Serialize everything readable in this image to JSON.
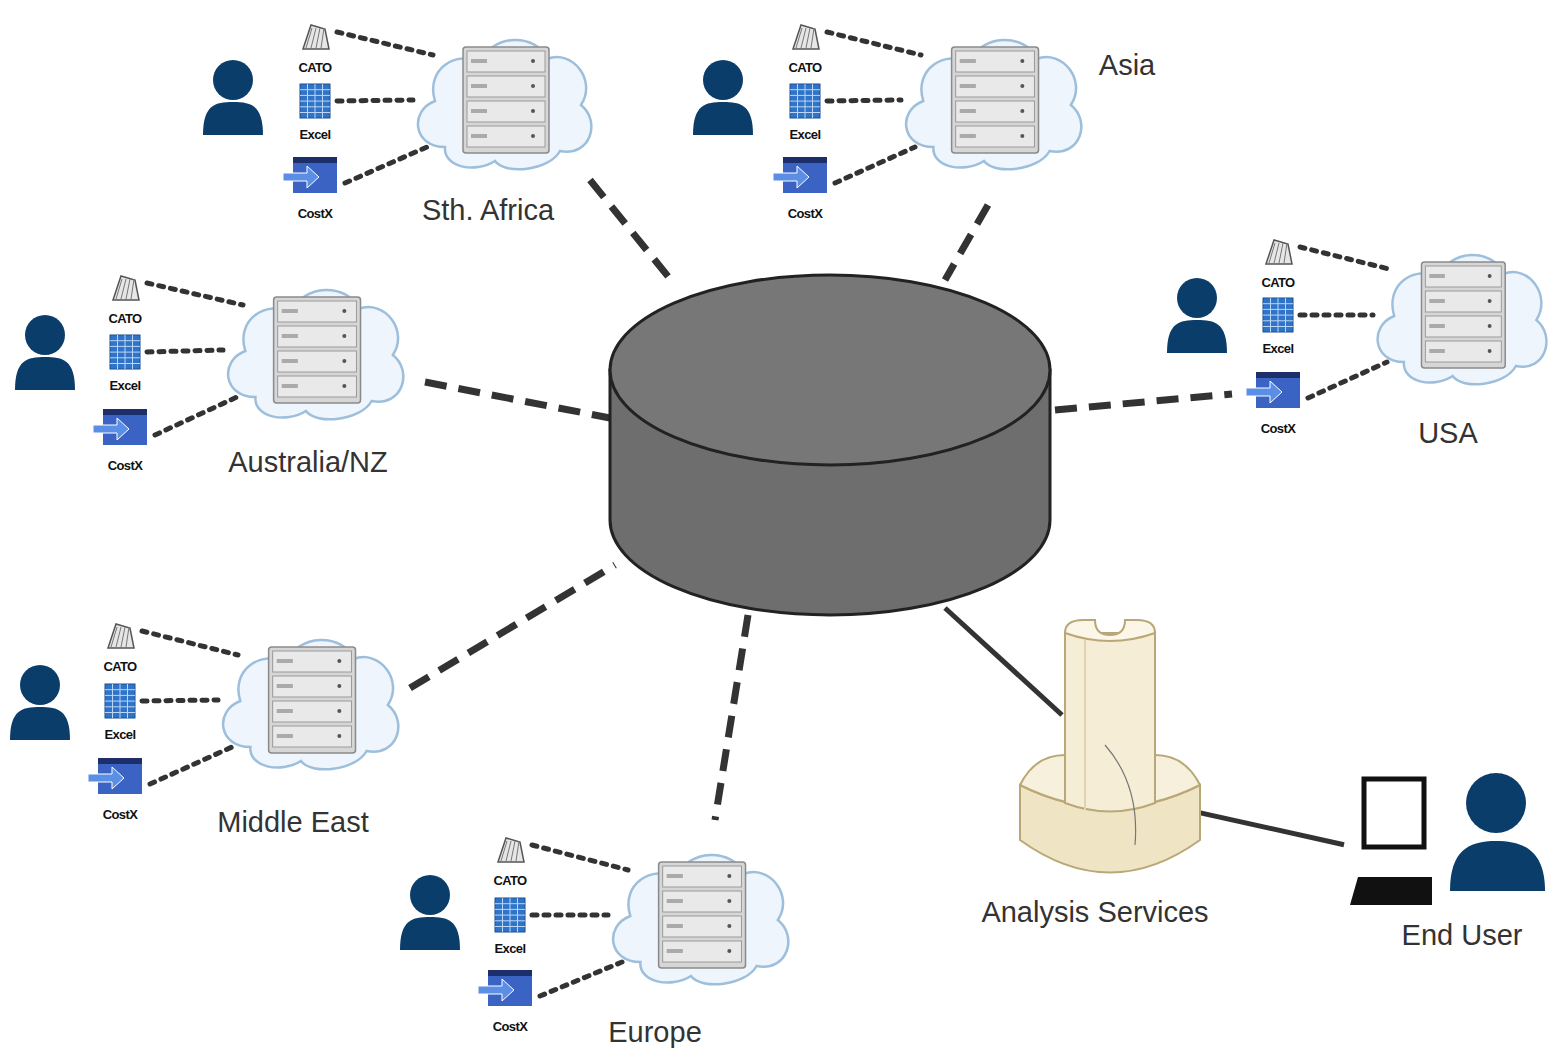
{
  "diagram": {
    "nodes": [
      {
        "text": [
          "Sth. Africa"
        ]
      },
      {
        "text": [
          "Asia"
        ]
      },
      {
        "text": [
          "Australia/NZ"
        ]
      },
      {
        "text": [
          "USA"
        ]
      },
      {
        "text": [
          "Middle East"
        ]
      },
      {
        "text": [
          "Europe"
        ]
      },
      {
        "text": [
          "Analysis Services"
        ]
      },
      {
        "text": [
          "End User"
        ]
      }
    ],
    "edges": [
      {
        "from": 6,
        "to": 7,
        "arrow": "none"
      }
    ],
    "labels": [
      "CATO",
      "Excel",
      "CostX",
      "CATO",
      "Excel",
      "CostX",
      "CATO",
      "Excel",
      "CostX",
      "CATO",
      "Excel",
      "CostX",
      "CATO",
      "Excel",
      "CostX",
      "CATO",
      "Excel",
      "CostX"
    ]
  }
}
